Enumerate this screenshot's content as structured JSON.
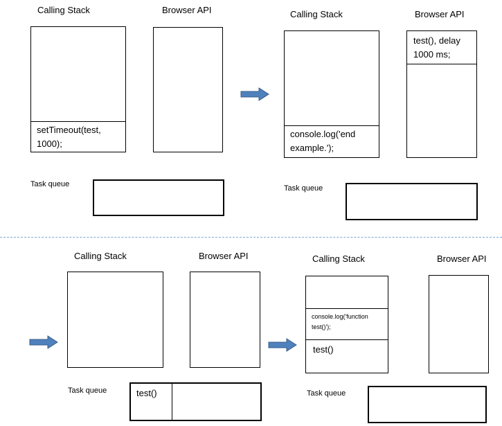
{
  "labels": {
    "calling_stack": "Calling Stack",
    "browser_api": "Browser API",
    "task_queue": "Task queue"
  },
  "panel1": {
    "stack_frames": [
      "setTimeout(test, 1000);"
    ]
  },
  "panel2": {
    "stack_frames": [
      "console.log('end example.');"
    ],
    "api_items": [
      "test(), delay 1000 ms;"
    ]
  },
  "panel3": {
    "queue_items": [
      "test()"
    ]
  },
  "panel4": {
    "stack_frames": [
      "console.log('function test()');",
      "test()"
    ]
  },
  "colors": {
    "arrow_fill": "#4f81bd",
    "arrow_stroke": "#385d8a",
    "separator": "#7aa6d6"
  }
}
